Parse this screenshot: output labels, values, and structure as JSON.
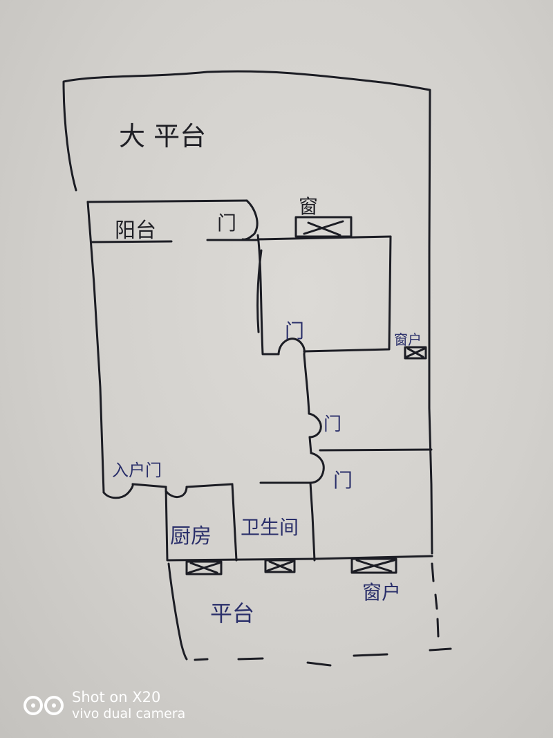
{
  "labels": {
    "big_terrace": "大 平台",
    "balcony": "阳台",
    "door_balcony": "门",
    "window_top": "窗",
    "door_bedroom1": "门",
    "window_right": "窗户",
    "door_middle": "门",
    "door_bedroom3": "门",
    "entrance_door": "入户门",
    "kitchen": "厨房",
    "bathroom": "卫生间",
    "window_bottom": "窗户",
    "terrace": "平台"
  },
  "watermark": {
    "line1": "Shot on X20",
    "line2": "vivo dual camera"
  },
  "colors": {
    "ink": "#1c1d24",
    "blue_ink": "#2a2f6a",
    "paper": "#d6d4d0"
  }
}
